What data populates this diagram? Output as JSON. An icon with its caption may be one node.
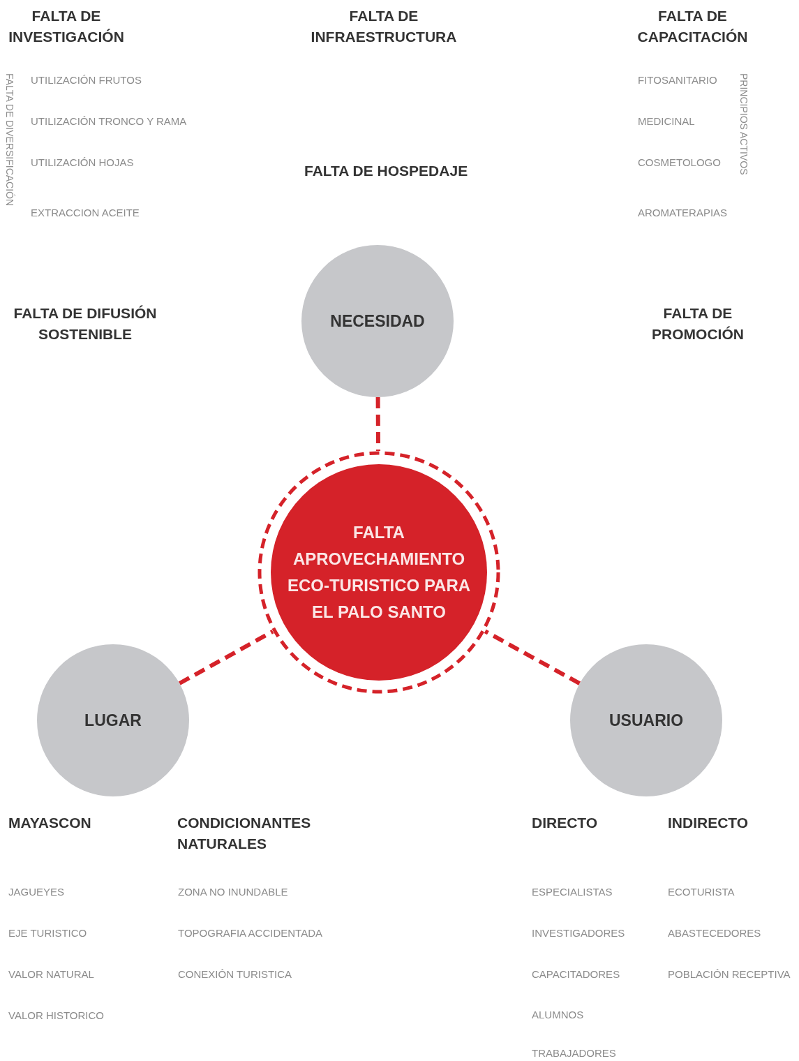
{
  "diagram": {
    "nodes": [
      {
        "text": [
          "NECESIDAD"
        ]
      },
      {
        "text": [
          "FALTA APROVECHAMIENTO ECO-TURISTICO PARA EL PALO SANTO"
        ]
      },
      {
        "text": [
          "LUGAR"
        ]
      },
      {
        "text": [
          "USUARIO"
        ]
      }
    ],
    "edges": [
      {
        "from": 0,
        "to": 1,
        "arrow": "none",
        "style": "dashed"
      },
      {
        "from": 2,
        "to": 1,
        "arrow": "none",
        "style": "dashed"
      },
      {
        "from": 3,
        "to": 1,
        "arrow": "none",
        "style": "dashed"
      }
    ],
    "labels": [
      "FALTA DE INVESTIGACIÓN",
      "FALTA DE INFRAESTRUCTURA",
      "FALTA DE CAPACITACIÓN",
      "FALTA DE DIVERSIFICACIÓN",
      "UTILIZACIÓN FRUTOS",
      "FITOSANITARIO",
      "PRINCIPIOS ACTIVOS",
      "UTILIZACIÓN TRONCO Y RAMA",
      "MEDICINAL",
      "UTILIZACIÓN HOJAS",
      "FALTA DE HOSPEDAJE",
      "COSMETOLOGO",
      "EXTRACCION ACEITE",
      "AROMATERAPIAS",
      "FALTA DE DIFUSIÓN SOSTENIBLE",
      "FALTA DE PROMOCIÓN",
      "MAYASCON",
      "CONDICIONANTES NATURALES",
      "DIRECTO",
      "INDIRECTO",
      "JAGUEYES",
      "ZONA NO INUNDABLE",
      "ESPECIALISTAS",
      "ECOTURISTA",
      "EJE TURISTICO",
      "TOPOGRAFIA ACCIDENTADA",
      "INVESTIGADORES",
      "ABASTECEDORES",
      "VALOR NATURAL",
      "CONEXIÓN TURISTICA",
      "CAPACITADORES",
      "POBLACIÓN RECEPTIVA",
      "VALOR HISTORICO",
      "ALUMNOS",
      "TRABAJADORES"
    ]
  }
}
